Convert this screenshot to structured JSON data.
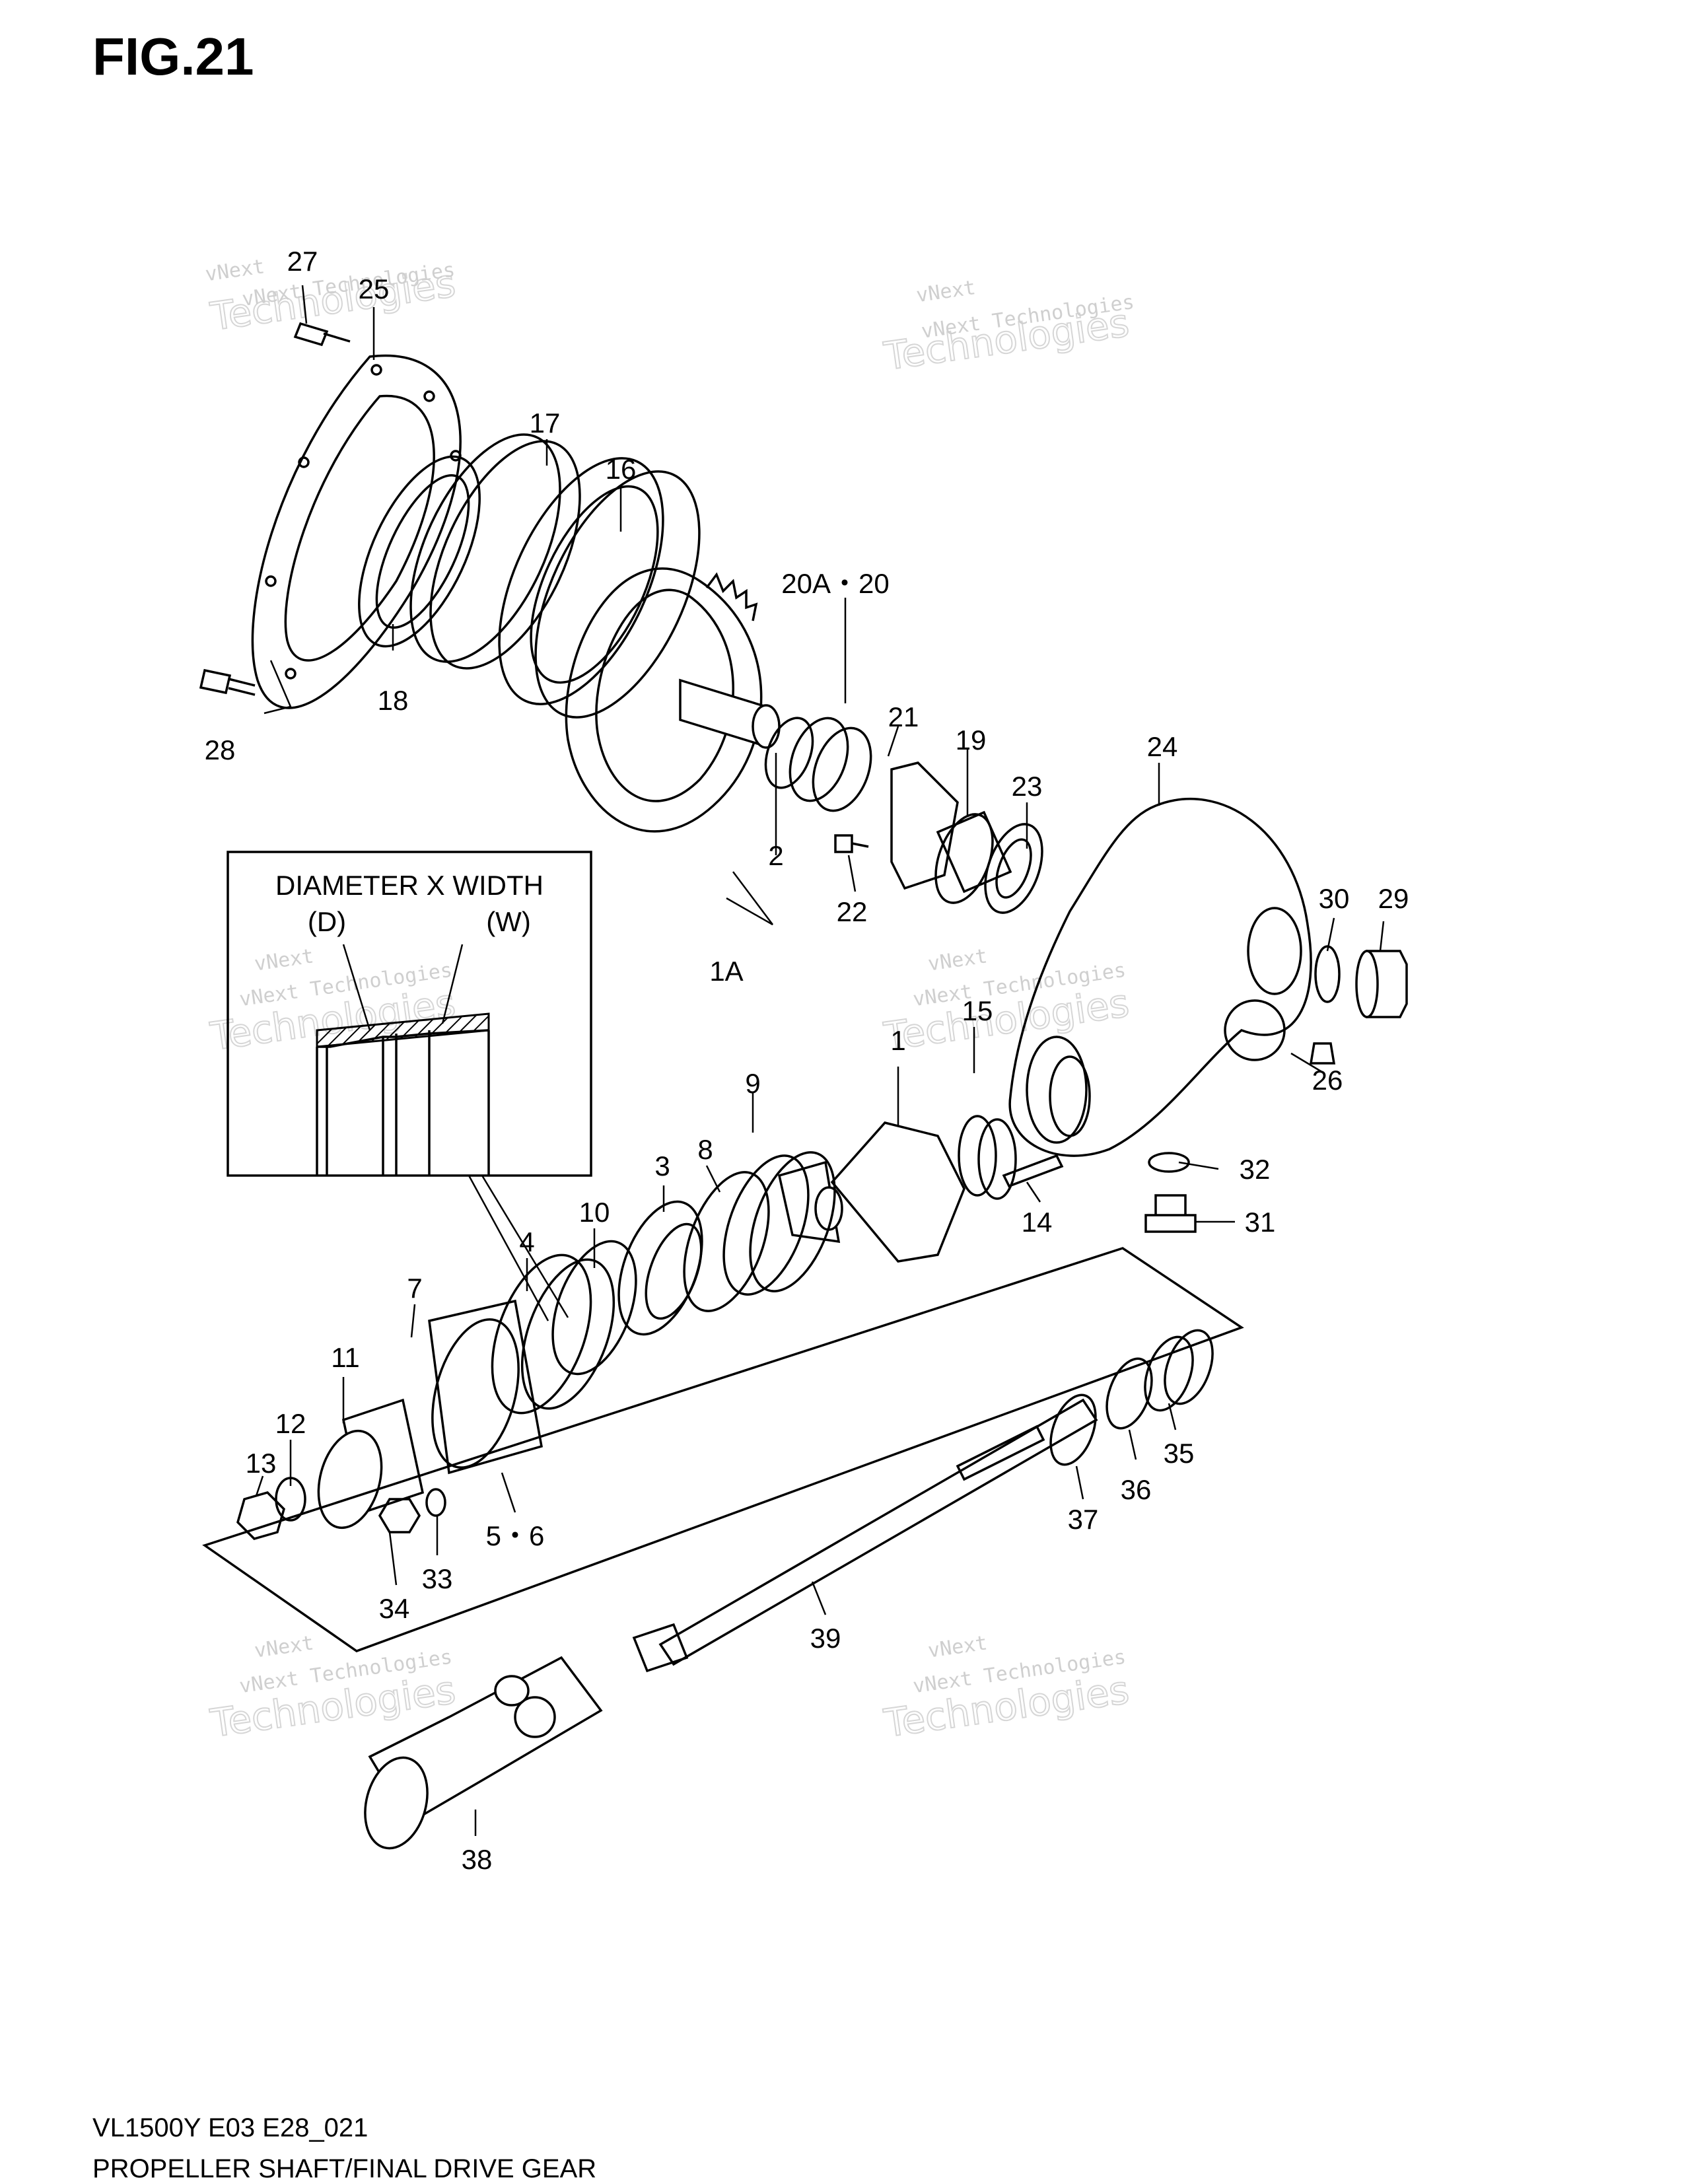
{
  "figure": {
    "title": "FIG.21"
  },
  "inset": {
    "heading": "DIAMETER X WIDTH",
    "label_d": "(D)",
    "label_w": "(W)"
  },
  "callouts": {
    "c1": "1",
    "c1a": "1A",
    "c2": "2",
    "c3": "3",
    "c4": "4",
    "c56": "5・6",
    "c7": "7",
    "c8": "8",
    "c9": "9",
    "c10": "10",
    "c11": "11",
    "c12": "12",
    "c13": "13",
    "c14": "14",
    "c15": "15",
    "c16": "16",
    "c17": "17",
    "c18": "18",
    "c19": "19",
    "c20": "20A・20",
    "c21": "21",
    "c22": "22",
    "c23": "23",
    "c24": "24",
    "c25": "25",
    "c26": "26",
    "c27": "27",
    "c28": "28",
    "c29": "29",
    "c30": "30",
    "c31": "31",
    "c32": "32",
    "c33": "33",
    "c34": "34",
    "c35": "35",
    "c36": "36",
    "c37": "37",
    "c38": "38",
    "c39": "39"
  },
  "watermark": {
    "line1": "vNext Technologies",
    "line2": "Technologies",
    "line3": "vNext"
  },
  "footer": {
    "code": "VL1500Y E03 E28_021",
    "title": "PROPELLER SHAFT/FINAL DRIVE GEAR"
  }
}
